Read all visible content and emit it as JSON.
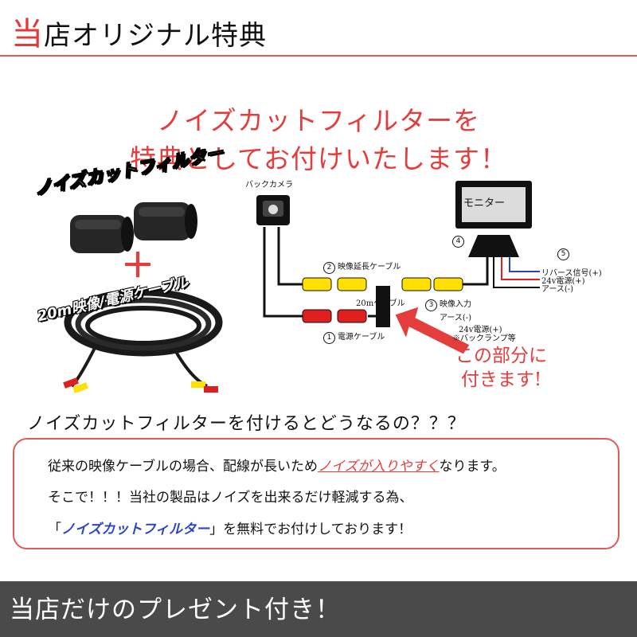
{
  "header": {
    "title_first": "当",
    "title_rest": "店オリジナル特典"
  },
  "hero": {
    "line1": "ノイズカットフィルターを",
    "line2": "特典としてお付けいたします！"
  },
  "products": {
    "filter_label": "ノイズカットフィルター",
    "plus": "＋",
    "cable_label": "20m映像/電源ケーブル"
  },
  "diagram": {
    "back_camera": "バックカメラ",
    "monitor": "モニター",
    "cable_20m": "20mケーブル",
    "items": [
      {
        "num": "1",
        "label": "電源ケーブル"
      },
      {
        "num": "2",
        "label": "映像延長ケーブル"
      },
      {
        "num": "3",
        "label": "映像入力"
      },
      {
        "num": "4",
        "label": ""
      },
      {
        "num": "5",
        "label": ""
      }
    ],
    "ground_1": "アース(-)",
    "power_24v": "24v電源(+)",
    "back_lamp": "※バックランプ等",
    "reverse_signal": "リバース信号(+)",
    "power_24v_2": "24v電源(+)",
    "ground_2": "アース(-)",
    "attach_line1": "この部分に",
    "attach_line2": "付きます!"
  },
  "question": "ノイズカットフィルターを付けるとどうなるの？？？",
  "explanation": {
    "line1_pre": "従来の映像ケーブルの場合、配線が長いため",
    "line1_em": "ノイズが入りやすく",
    "line1_post": "なります。",
    "line2": "そこで！！！当社の製品はノイズを出来るだけ軽減する為、",
    "line3_open": "「",
    "line3_em": "ノイズカットフィルター",
    "line3_post": "」を無料でお付けしております！"
  },
  "footer": {
    "text": "当店だけのプレゼント付き！"
  },
  "colors": {
    "accent_red": "#e53c3c",
    "blue": "#2a44c8",
    "footer_bg": "#4a4a4a",
    "yellow_plug": "#ffe000",
    "red_plug": "#e02020"
  }
}
